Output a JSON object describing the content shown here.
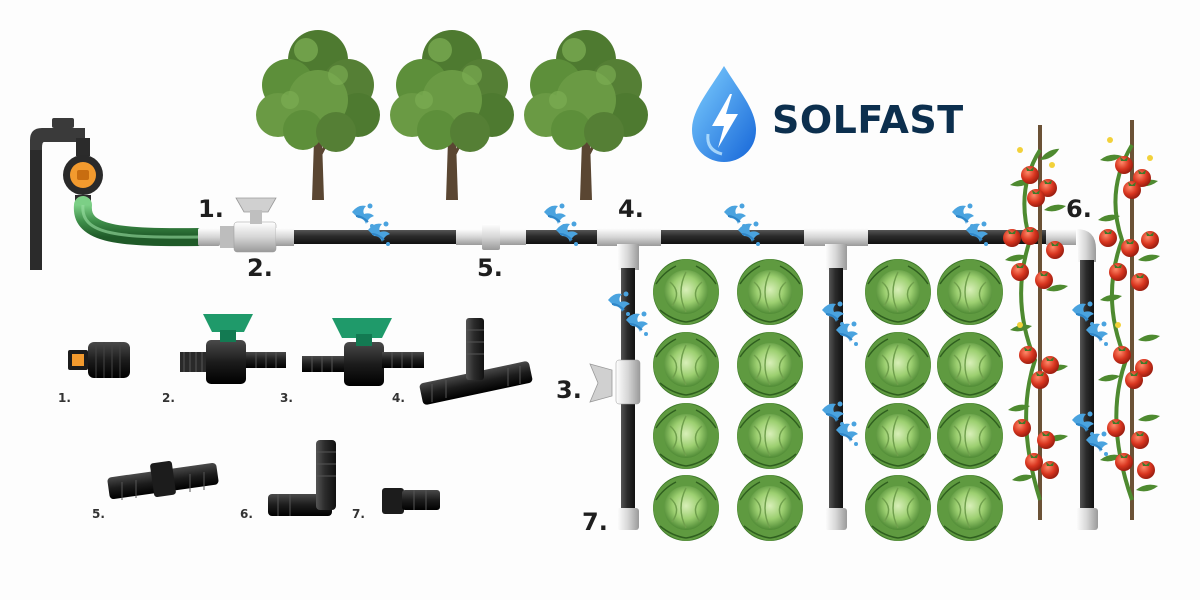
{
  "brand": {
    "name": "SOLFAST",
    "logo_icon": "water-drop-lightning-icon",
    "colors": {
      "drop_dark": "#1565d8",
      "drop_light": "#3fa8f5",
      "text": "#0c2f4e"
    }
  },
  "diagram_labels": [
    {
      "id": "d1",
      "text": "1."
    },
    {
      "id": "d2",
      "text": "2."
    },
    {
      "id": "d5",
      "text": "5."
    },
    {
      "id": "d4",
      "text": "4."
    },
    {
      "id": "d6",
      "text": "6."
    },
    {
      "id": "d3",
      "text": "3."
    },
    {
      "id": "d7",
      "text": "7."
    }
  ],
  "parts_legend": [
    {
      "id": "p1",
      "text": "1.",
      "part": "hose-connector"
    },
    {
      "id": "p2",
      "text": "2.",
      "part": "threaded-valve"
    },
    {
      "id": "p3",
      "text": "3.",
      "part": "inline-valve"
    },
    {
      "id": "p4",
      "text": "4.",
      "part": "tee-connector"
    },
    {
      "id": "p5",
      "text": "5.",
      "part": "straight-coupler"
    },
    {
      "id": "p6",
      "text": "6.",
      "part": "elbow-connector"
    },
    {
      "id": "p7",
      "text": "7.",
      "part": "end-plug"
    }
  ],
  "colors": {
    "pipe": "#2b2b2b",
    "hose": "#3f8f4a",
    "valve_handle": "#1f9a6a",
    "water": "#4aa3df",
    "leaf": "#5d8f3a",
    "cabbage": "#8fc466",
    "tomato": "#d8351f"
  }
}
